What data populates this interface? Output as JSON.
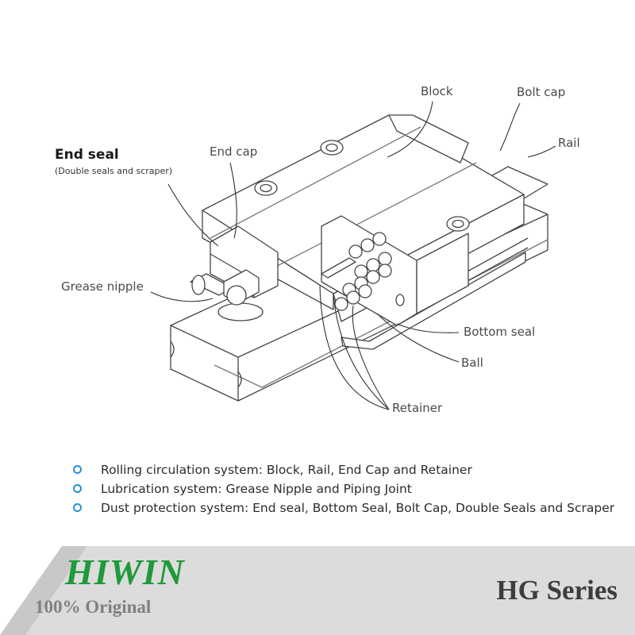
{
  "labels": {
    "block": "Block",
    "bolt_cap": "Bolt cap",
    "rail": "Rail",
    "end_seal": "End seal",
    "end_seal_sub": "(Double seals and scraper)",
    "end_cap": "End cap",
    "grease_nipple": "Grease nipple",
    "bottom_seal": "Bottom seal",
    "ball": "Ball",
    "retainer": "Retainer"
  },
  "bullets": [
    "Rolling circulation system: Block, Rail, End Cap and Retainer",
    "Lubrication system: Grease Nipple and Piping Joint",
    "Dust protection system: End seal, Bottom Seal, Bolt Cap, Double Seals and Scraper"
  ],
  "footer": {
    "brand": "HIWIN",
    "tagline": "100% Original",
    "series": "HG Series"
  },
  "colors": {
    "bullet": "#2a8fcf",
    "brand": "#1f9a3a",
    "band": "#dcdcdc"
  }
}
